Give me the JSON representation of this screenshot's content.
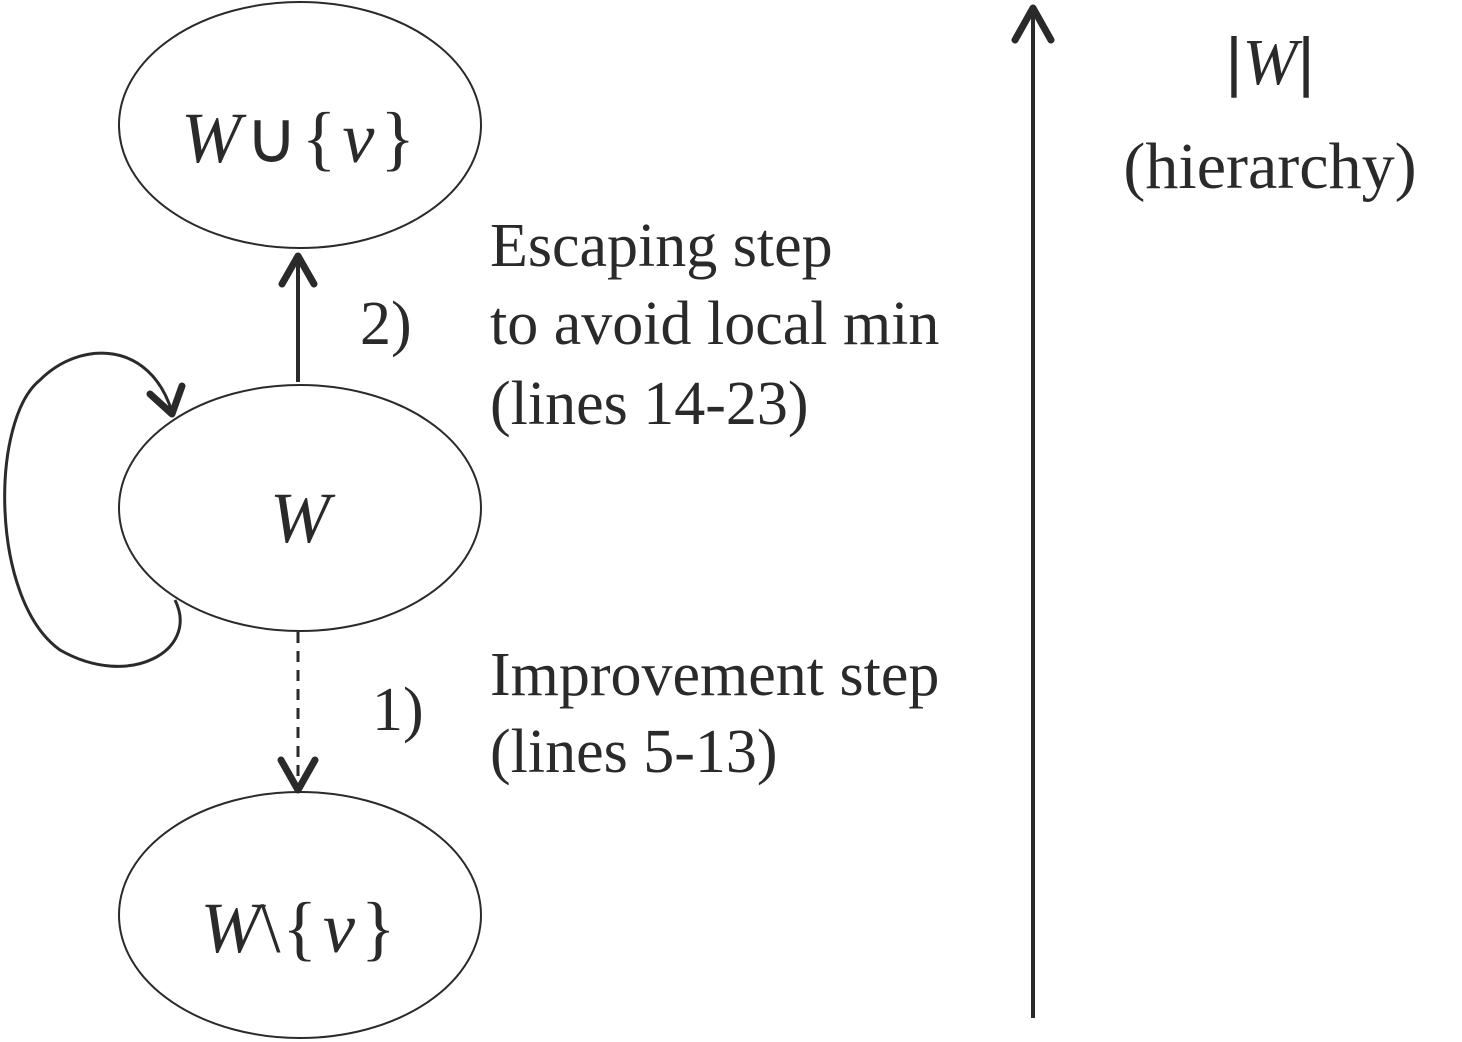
{
  "nodes": {
    "top": {
      "base": "W",
      "op": "∪",
      "open": "{",
      "var": "v",
      "close": "}"
    },
    "middle": {
      "base": "W"
    },
    "bottom": {
      "base": "W",
      "op": "\\",
      "open": "{",
      "var": "v",
      "close": "}"
    }
  },
  "steps": {
    "escaping": {
      "number": "2)",
      "lines": [
        "Escaping step",
        "to avoid local min",
        "(lines 14-23)"
      ]
    },
    "improvement": {
      "number": "1)",
      "lines": [
        "Improvement step",
        "(lines 5-13)"
      ]
    }
  },
  "axis": {
    "bar_left": "|",
    "var": "W",
    "bar_right": "|",
    "caption": "(hierarchy)"
  },
  "colors": {
    "ink": "#2a2a2a",
    "background": "#ffffff"
  }
}
